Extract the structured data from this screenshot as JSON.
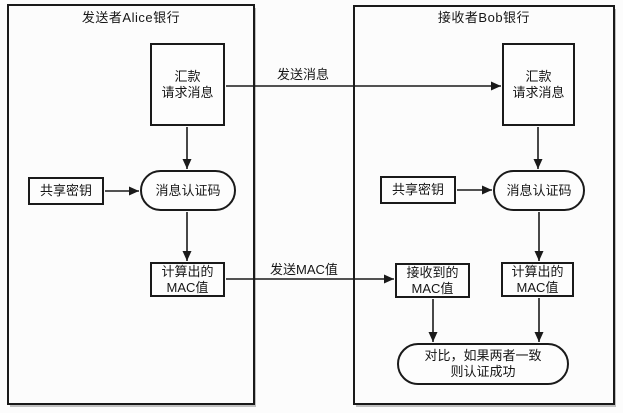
{
  "diagram": {
    "background_color": "#fcfcfc",
    "line_color": "#1a1a1a",
    "sender_panel": {
      "title": "发送者Alice银行",
      "message_box": [
        "汇款",
        "请求消息"
      ],
      "shared_key_box": "共享密钥",
      "mac_function_node": "消息认证码",
      "computed_mac_box": [
        "计算出的",
        "MAC值"
      ]
    },
    "receiver_panel": {
      "title": "接收者Bob银行",
      "message_box": [
        "汇款",
        "请求消息"
      ],
      "shared_key_box": "共享密钥",
      "mac_function_node": "消息认证码",
      "received_mac_box": [
        "接收到的",
        "MAC值"
      ],
      "computed_mac_box": [
        "计算出的",
        "MAC值"
      ],
      "compare_node": [
        "对比，如果两者一致",
        "则认证成功"
      ]
    },
    "flow_labels": {
      "send_message": "发送消息",
      "send_mac": "发送MAC值"
    }
  }
}
